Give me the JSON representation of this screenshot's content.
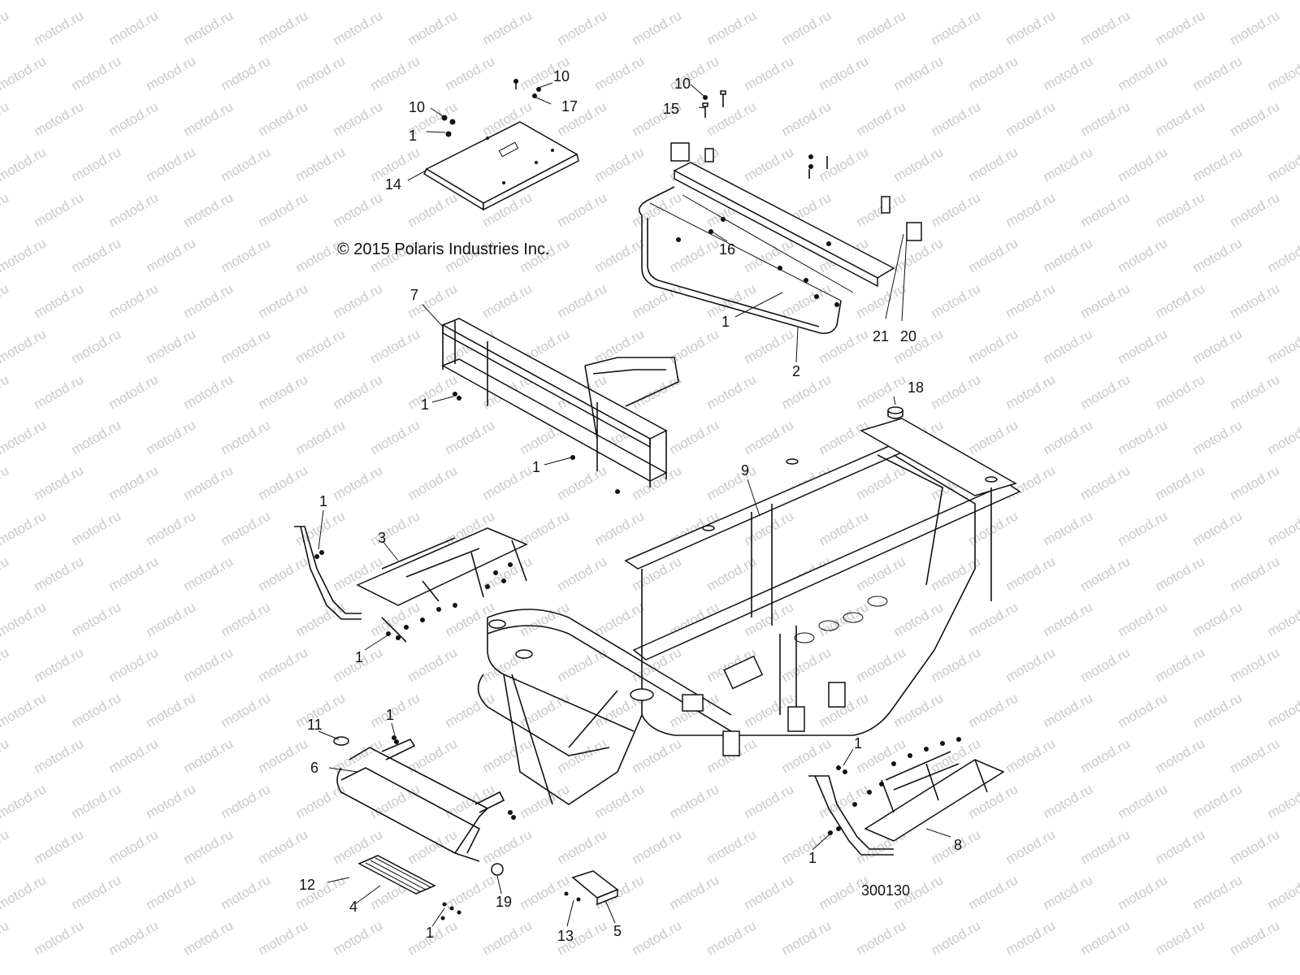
{
  "watermark": "motod.ru",
  "copyright": "© 2015 Polaris Industries Inc.",
  "diagram_number": "300130",
  "callouts": {
    "c1a": "10",
    "c1b": "17",
    "c1c": "10",
    "c1d": "1",
    "c1e": "14",
    "c2a": "10",
    "c2b": "15",
    "c2c": "16",
    "c2d": "1",
    "c2e": "21",
    "c2f": "20",
    "c2g": "2",
    "c3a": "7",
    "c3b": "1",
    "c3c": "1",
    "c4a": "18",
    "c4b": "9",
    "c5a": "1",
    "c5b": "3",
    "c5c": "1",
    "c6a": "11",
    "c6b": "1",
    "c6c": "6",
    "c7a": "12",
    "c7b": "4",
    "c7c": "1",
    "c7d": "19",
    "c8a": "13",
    "c8b": "5",
    "c9a": "1",
    "c9b": "8",
    "c9c": "1"
  }
}
